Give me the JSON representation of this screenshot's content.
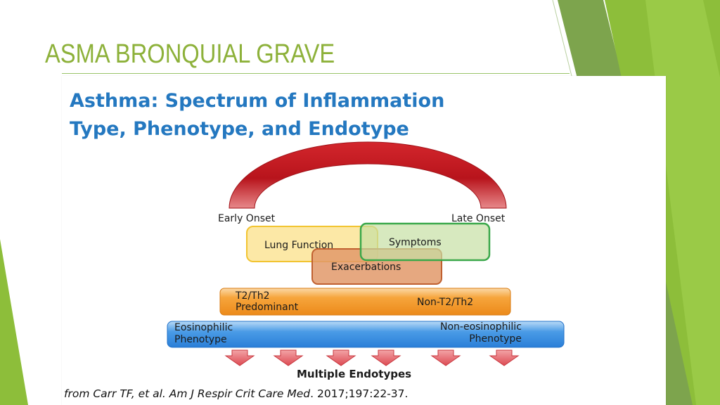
{
  "slide": {
    "title": "ASMA BRONQUIAL GRAVE"
  },
  "diagram": {
    "title_line1": "Asthma: Spectrum of Inflammation",
    "title_line2": "Type, Phenotype, and Endotype",
    "arc": {
      "left_label": "Early Onset",
      "right_label": "Late Onset"
    },
    "boxes": {
      "lung_function": "Lung Function",
      "symptoms": "Symptoms",
      "exacerbations": "Exacerbations"
    },
    "t2_bar": {
      "left_line1": "T2/Th2",
      "left_line2": "Predominant",
      "right": "Non-T2/Th2"
    },
    "pheno_bar": {
      "left_line1": "Eosinophilic",
      "left_line2": "Phenotype",
      "right_line1": "Non-eosinophilic",
      "right_line2": "Phenotype"
    },
    "endotypes_label": "Multiple Endotypes",
    "citation": {
      "prefix": "from Carr TF, et al.",
      "journal": "Am J Respir Crit Care Med",
      "suffix": ". 2017;197:22-37."
    }
  },
  "colors": {
    "title_green": "#8db13a",
    "diagram_title_blue": "#2478c0",
    "arc_red": "#c2161e",
    "lung_function_fill": "#fce496",
    "symptoms_fill": "#c6dfa4",
    "exacerbations_fill": "#e2996a",
    "t2_bar_orange": "#f4a23c",
    "pheno_bar_blue": "#3c8fe0",
    "arrow_red": "#e0525a"
  }
}
